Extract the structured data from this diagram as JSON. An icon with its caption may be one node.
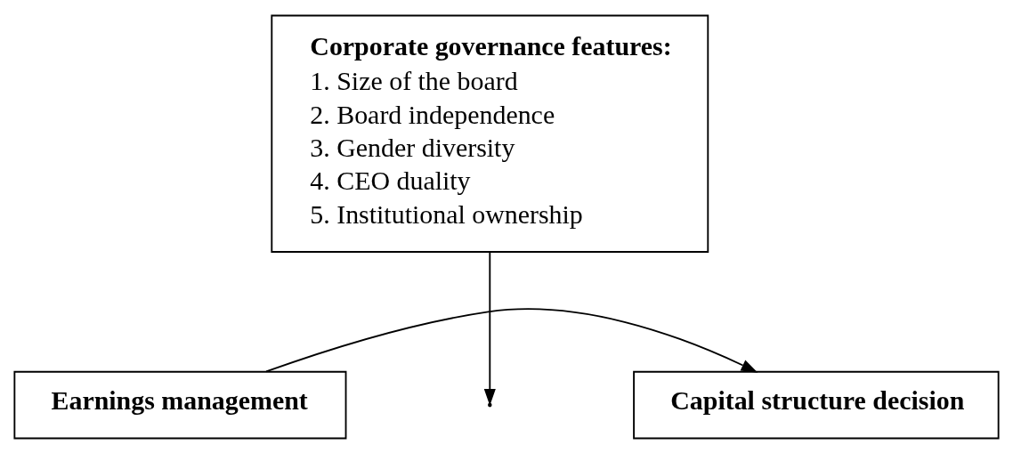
{
  "diagram": {
    "nodes": [
      {
        "text": [
          "Corporate governance features:",
          "1. Size of the board",
          "2. Board independence",
          "3. Gender diversity",
          "4. CEO duality",
          "5. Institutional ownership"
        ]
      },
      {
        "text": [
          "Earnings management"
        ]
      },
      {
        "text": [
          "Capital structure decision"
        ]
      }
    ],
    "edges": [
      {
        "from": 1,
        "to": 2,
        "arrow": "to"
      },
      {
        "from": 0,
        "to": null,
        "arrow": "to"
      }
    ]
  }
}
